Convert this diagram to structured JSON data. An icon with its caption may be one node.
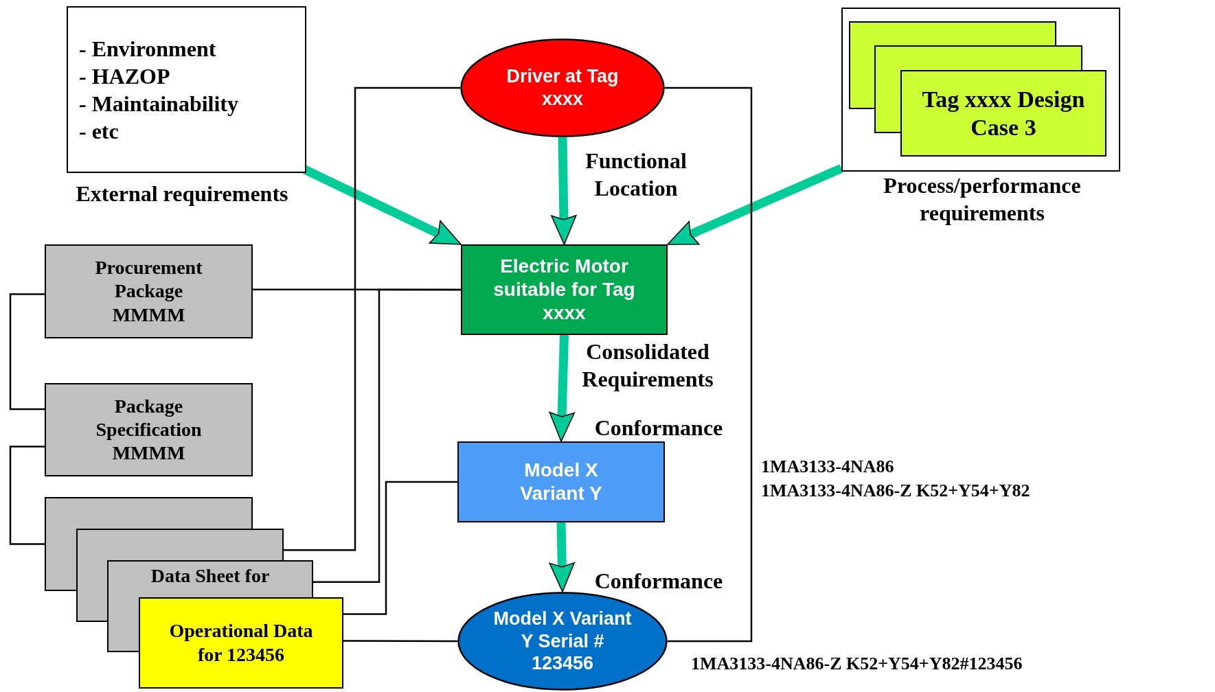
{
  "diagram": {
    "nodes": [
      {
        "text": [
          "- Environment",
          "- HAZOP",
          "- Maintainability",
          "- etc"
        ],
        "beside": [
          "External requirements"
        ]
      },
      {
        "text": [
          "Driver at Tag xxxx"
        ]
      },
      {
        "text": [],
        "shape": "box",
        "beside": [
          "Process/performance requirements"
        ]
      },
      {
        "text": [],
        "shape": "box",
        "in": 2
      },
      {
        "text": [],
        "shape": "box",
        "in": 2
      },
      {
        "text": [
          "Tag xxxx Design Case 3"
        ],
        "in": 2
      },
      {
        "text": [
          "Electric Motor suitable for Tag xxxx"
        ]
      },
      {
        "text": [
          "Model X Variant Y"
        ],
        "beside": [
          "1MA3133-4NA86",
          "1MA3133-4NA86-Z K52+Y54+Y82"
        ]
      },
      {
        "text": [
          "Model X Variant Y Serial # 123456"
        ],
        "beside": [
          "1MA3133-4NA86-Z K52+Y54+Y82#123456"
        ]
      },
      {
        "text": [
          "Procurement Package MMMM"
        ]
      },
      {
        "text": [
          "Package Specification MMMM"
        ]
      },
      {
        "text": [],
        "shape": "box"
      },
      {
        "text": [],
        "shape": "box"
      },
      {
        "text": [
          "Data Sheet for"
        ]
      },
      {
        "text": [
          "Operational Data for 123456"
        ]
      }
    ],
    "edges": [
      {
        "from": 0,
        "to": 6,
        "arrow": "to",
        "style": "thick",
        "color": "#00cc99"
      },
      {
        "from": 1,
        "to": 6,
        "arrow": "to",
        "style": "thick",
        "color": "#00cc99",
        "label": "Functional Location"
      },
      {
        "from": 2,
        "to": 6,
        "arrow": "to",
        "style": "thick",
        "color": "#00cc99"
      },
      {
        "from": 6,
        "to": 7,
        "arrow": "to",
        "style": "thick",
        "color": "#00cc99",
        "label": "Consolidated Requirements"
      },
      {
        "from": 7,
        "to": 8,
        "arrow": "to",
        "style": "thick",
        "color": "#00cc99",
        "label": "Conformance"
      },
      {
        "from": 1,
        "to": 12,
        "arrow": "none"
      },
      {
        "from": 1,
        "to": 8,
        "arrow": "none"
      },
      {
        "from": 9,
        "to": 6,
        "arrow": "none"
      },
      {
        "from": 6,
        "to": 13,
        "arrow": "none"
      },
      {
        "from": 7,
        "to": 14,
        "arrow": "none"
      },
      {
        "from": 14,
        "to": 8,
        "arrow": "none"
      },
      {
        "from": 9,
        "to": 10,
        "arrow": "none"
      },
      {
        "from": 10,
        "to": 11,
        "arrow": "none"
      }
    ],
    "labels": [
      "Conformance"
    ]
  }
}
